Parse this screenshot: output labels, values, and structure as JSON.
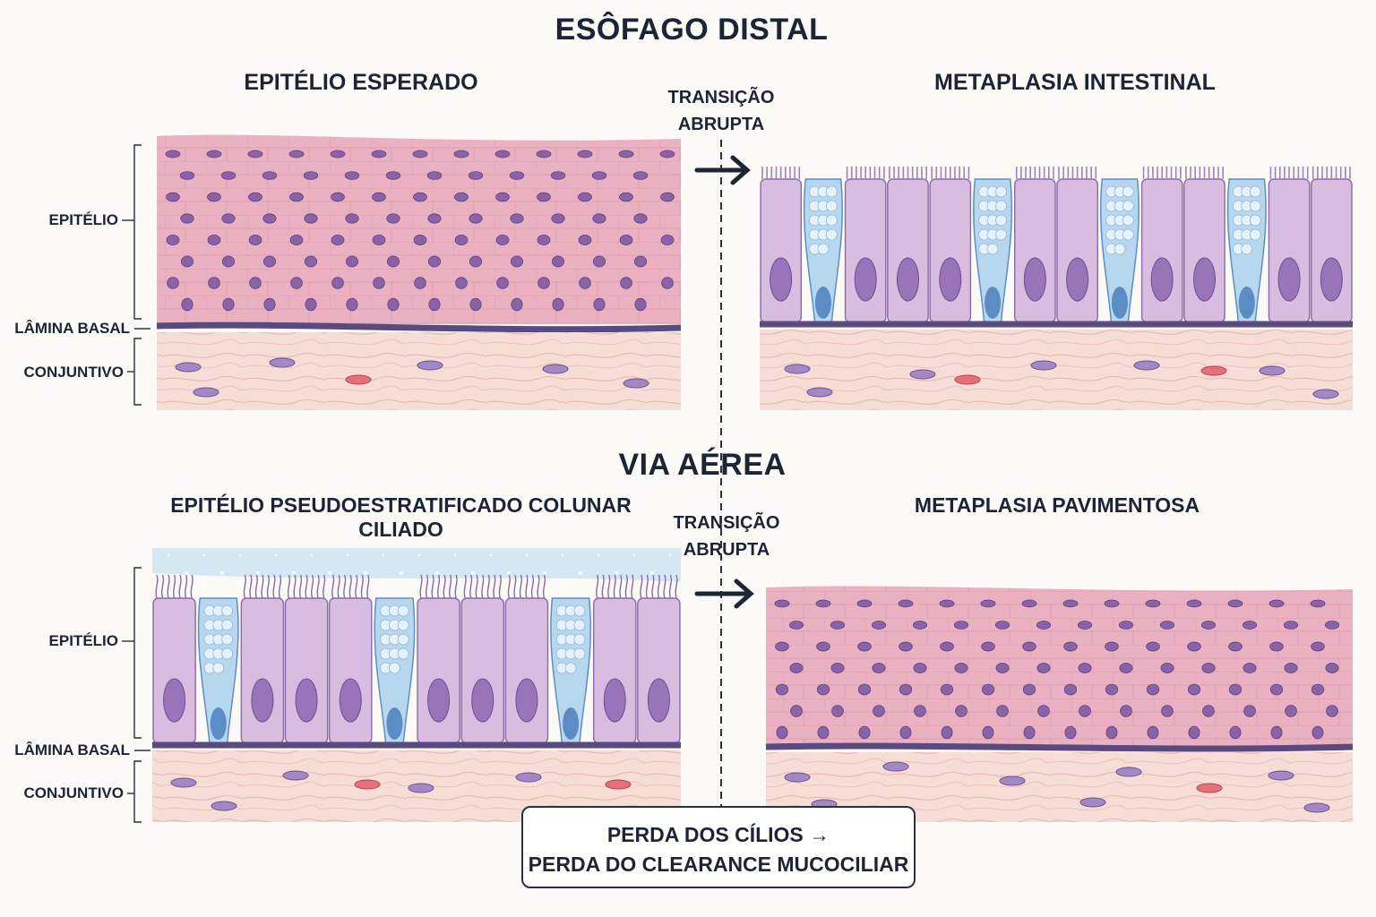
{
  "top": {
    "title": "ESÔFAGO DISTAL",
    "left_panel_title": "EPITÉLIO ESPERADO",
    "right_panel_title": "METAPLASIA INTESTINAL",
    "transition_line1": "TRANSIÇÃO",
    "transition_line2": "ABRUPTA",
    "label_epithelium": "EPITÉLIO",
    "label_basal": "LÂMINA BASAL",
    "label_connective": "CONJUNTIVO"
  },
  "bottom": {
    "title": "VIA AÉREA",
    "left_panel_title": "EPITÉLIO PSEUDOESTRATIFICADO COLUNAR CILIADO",
    "right_panel_title": "METAPLASIA PAVIMENTOSA",
    "transition_line1": "TRANSIÇÃO",
    "transition_line2": "ABRUPTA",
    "label_epithelium": "EPITÉLIO",
    "label_basal": "LÂMINA BASAL",
    "label_connective": "CONJUNTIVO"
  },
  "callout": {
    "line1": "PERDA DOS CÍLIOS →",
    "line2": "PERDA DO CLEARANCE MUCOCILIAR"
  },
  "colors": {
    "squamous": "#eab1c0",
    "columnar": "#d9bde0",
    "goblet": "#b7d7ee",
    "connective": "#f6ddd6",
    "basal_lamina": "#5b4a7e",
    "nucleus": "#8a62a8"
  }
}
